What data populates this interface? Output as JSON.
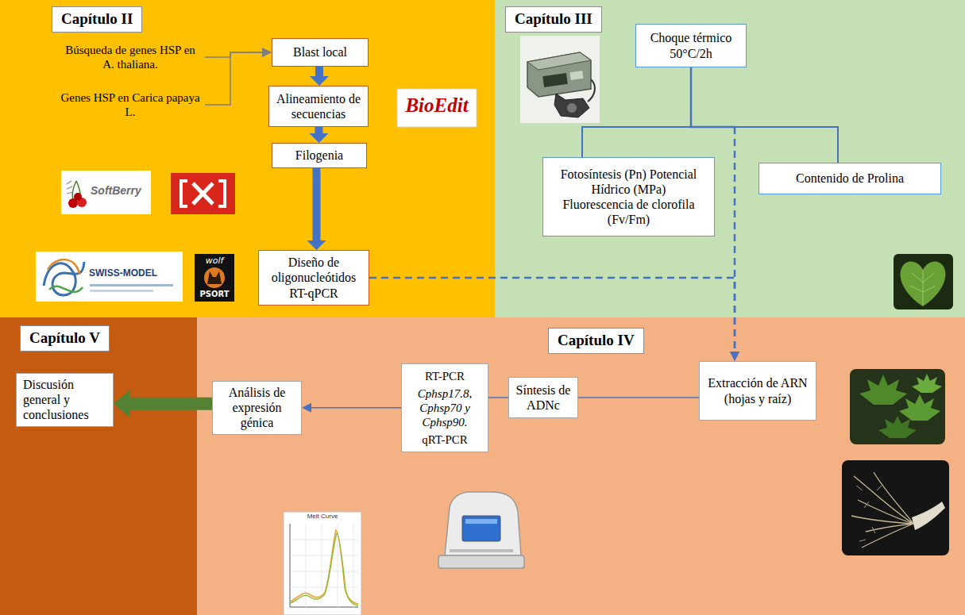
{
  "diagram": {
    "nodes": [
      {
        "text": [
          "Capítulo II"
        ]
      },
      {
        "text": [
          "Búsqueda de genes HSP en A. thaliana."
        ],
        "in": 0
      },
      {
        "text": [
          "Genes HSP en Carica papaya L."
        ],
        "in": 0
      },
      {
        "text": [
          "Blast local"
        ],
        "in": 0
      },
      {
        "text": [
          "Alineamiento de secuencias"
        ],
        "in": 0
      },
      {
        "text": [
          "Filogenia"
        ],
        "in": 0
      },
      {
        "text": [
          "Diseño de oligonucleótidos RT-qPCR"
        ],
        "in": 0
      },
      {
        "text": [
          "Capítulo III"
        ]
      },
      {
        "text": [
          "Choque térmico 50°C/2h"
        ],
        "in": 7
      },
      {
        "text": [
          "Fotosíntesis (Pn) Potencial Hídrico (MPa) Fluorescencia de clorofila (Fv/Fm)"
        ],
        "in": 7
      },
      {
        "text": [
          "Contenido de Prolina"
        ],
        "in": 7
      },
      {
        "text": [
          "Capítulo V"
        ]
      },
      {
        "text": [
          "Discusión general y conclusiones"
        ],
        "in": 11
      },
      {
        "text": [
          "Capítulo IV"
        ]
      },
      {
        "text": [
          "Análisis de expresión génica"
        ],
        "in": 13
      },
      {
        "text": [
          "RT-PCR",
          "Cphsp17.8, Cphsp70 y Cphsp90.",
          "qRT-PCR"
        ],
        "in": 13
      },
      {
        "text": [
          "Síntesis de ADNc"
        ],
        "in": 13
      },
      {
        "text": [
          "Extracción de ARN (hojas y raíz)"
        ],
        "in": 13
      }
    ],
    "edges": [
      {
        "from": 1,
        "to": 3,
        "arrow": "to"
      },
      {
        "from": 2,
        "to": 3,
        "arrow": "to"
      },
      {
        "from": 3,
        "to": 4,
        "arrow": "to"
      },
      {
        "from": 4,
        "to": 5,
        "arrow": "to"
      },
      {
        "from": 5,
        "to": 6,
        "arrow": "to"
      },
      {
        "from": 6,
        "to": 17,
        "arrow": "to"
      },
      {
        "from": 8,
        "to": 9,
        "arrow": "none"
      },
      {
        "from": 8,
        "to": 10,
        "arrow": "none"
      },
      {
        "from": 8,
        "to": 17,
        "arrow": "to"
      },
      {
        "from": 17,
        "to": 16,
        "arrow": "none"
      },
      {
        "from": 16,
        "to": 15,
        "arrow": "none"
      },
      {
        "from": 15,
        "to": 14,
        "arrow": "to"
      },
      {
        "from": 14,
        "to": 12,
        "arrow": "to"
      }
    ],
    "labels": [
      "BioEdit",
      "SoftBerry",
      "SWISS-MODEL",
      "wolf",
      "PSORT",
      "Melt Curve"
    ]
  }
}
